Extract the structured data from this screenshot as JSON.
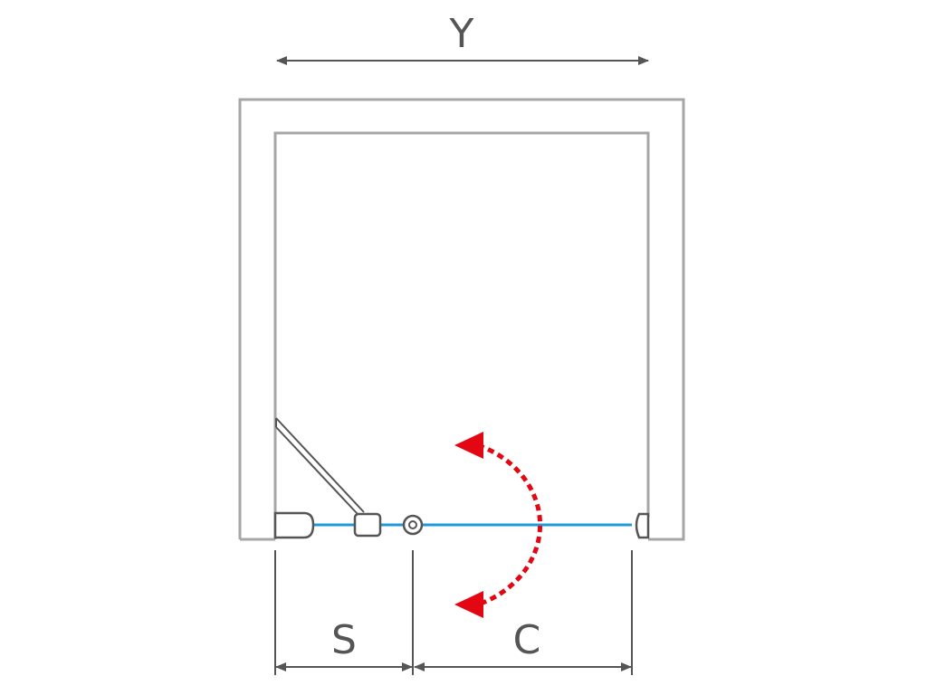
{
  "dimensions": {
    "width_label": "Y",
    "left_segment_label": "S",
    "right_segment_label": "C"
  },
  "colors": {
    "frame": "#a6a6a6",
    "outline": "#555555",
    "glass": "#1e9ad6",
    "swing_arrow": "#e30613",
    "dimension_line": "#555555"
  }
}
